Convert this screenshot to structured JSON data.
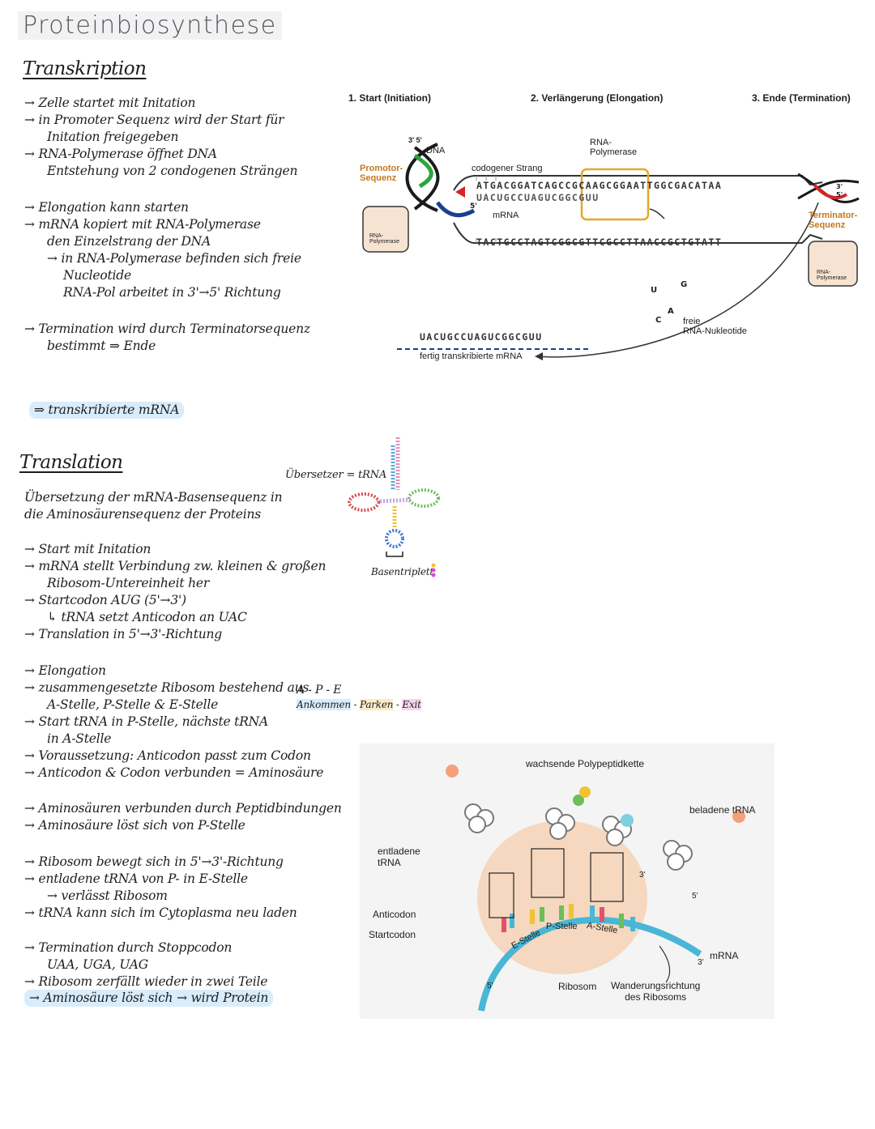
{
  "title": "Proteinbiosynthese",
  "transcription": {
    "heading": "Transkription",
    "lines": [
      "→ Zelle startet mit Initation",
      "→ in Promoter Sequenz wird der Start für",
      "Initation freigegeben",
      "→ RNA-Polymerase öffnet DNA",
      "Entstehung von 2 condogenen Strängen",
      "→ Elongation kann starten",
      "→ mRNA kopiert mit RNA-Polymerase",
      "den Einzelstrang der DNA",
      "→ in RNA-Polymerase befinden sich freie",
      "Nucleotide",
      "RNA-Pol arbeitet in 3'→5' Richtung",
      "→ Termination wird durch Terminatorsequenz",
      "bestimmt  ⇒ Ende"
    ],
    "result": "⇒ transkribierte mRNA"
  },
  "diagram1": {
    "stage1": "1. Start (Initiation)",
    "stage2": "2. Verlängerung (Elongation)",
    "stage3": "3. Ende (Termination)",
    "promotor": "Promotor-\nSequenz",
    "dna": "DNA",
    "primes_top": "3'  5'",
    "rna_pol_box": "RNA-\nPolymerase",
    "rna_pol_label": "RNA-\nPolymerase",
    "codogen": "codogener Strang",
    "seq_top": "ATGACGGATCAGCCGCAAGCGGAATTGGCGACATAA",
    "seq_mrna": "UACUGCCUAGUCGGCGUU",
    "mrna_label": "mRNA",
    "seq_bottom": "TACTGCCTAGTCGGCGTTCGCCTTAACCGCTGTATT",
    "five_prime": "5'",
    "terminator": "Terminator-\nSequenz",
    "rna_pol_box2": "RNA-\nPolymerase",
    "free_nuc": "freie\nRNA-Nukleotide",
    "nuc_u": "U",
    "nuc_g": "G",
    "nuc_a": "A",
    "nuc_c": "C",
    "finished_seq": "UACUGCCUAGUCGGCGUU",
    "finished_label": "fertig transkribierte mRNA",
    "primes_right": "3'\n5'"
  },
  "translation": {
    "heading": "Translation",
    "uebersetzer": "Übersetzer = tRNA",
    "intro1": "Übersetzung der mRNA-Basensequenz in",
    "intro2": "die Aminosäurensequenz der Proteins",
    "basentriplett": "Basentriplett",
    "lines_a": [
      "→ Start mit Initation",
      "→ mRNA stellt Verbindung zw. kleinen & großen",
      "Ribosom-Untereinheit her",
      "→ Startcodon AUG (5'→3')",
      "↳ tRNA setzt Anticodon an UAC",
      "→ Translation in 5'→3'-Richtung"
    ],
    "lines_b": [
      "→ Elongation",
      "→ zusammengesetzte Ribosom bestehend aus",
      "A-Stelle, P-Stelle & E-Stelle",
      "→ Start tRNA in P-Stelle, nächste tRNA",
      "in A-Stelle",
      "→ Voraussetzung: Anticodon passt zum Codon",
      "→ Anticodon & Codon verbunden = Aminosäure"
    ],
    "ape": "A - P - E",
    "ape_desc_a": "Ankommen",
    "ape_desc_p": "Parken",
    "ape_desc_e": "Exit",
    "lines_c": [
      "→ Aminosäuren verbunden durch Peptidbindungen",
      "→ Aminosäure löst sich von P-Stelle"
    ],
    "lines_d": [
      "→ Ribosom bewegt sich in 5'→3'-Richtung",
      "→ entladene tRNA von P- in E-Stelle",
      "→ verlässt Ribosom",
      "→ tRNA kann sich im Cytoplasma neu laden"
    ],
    "lines_e": [
      "→ Termination durch Stoppcodon",
      "UAA, UGA, UAG",
      "→ Ribosom zerfällt wieder in zwei Teile"
    ],
    "last_line": "→ Aminosäure löst sich → wird Protein"
  },
  "diagram2": {
    "polypeptide": "wachsende Polypeptidkette",
    "charged": "beladene tRNA",
    "uncharged": "entladene\ntRNA",
    "anticodon": "Anticodon",
    "startcodon": "Startcodon",
    "e_site": "E-Stelle",
    "p_site": "P-Stelle",
    "a_site": "A-Stelle",
    "mrna": "mRNA",
    "ribosome": "Ribosom",
    "direction": "Wanderungsrichtung\ndes Ribosoms",
    "p5": "5'",
    "p3": "3'",
    "p5b": "5'",
    "p3b": "3'"
  }
}
